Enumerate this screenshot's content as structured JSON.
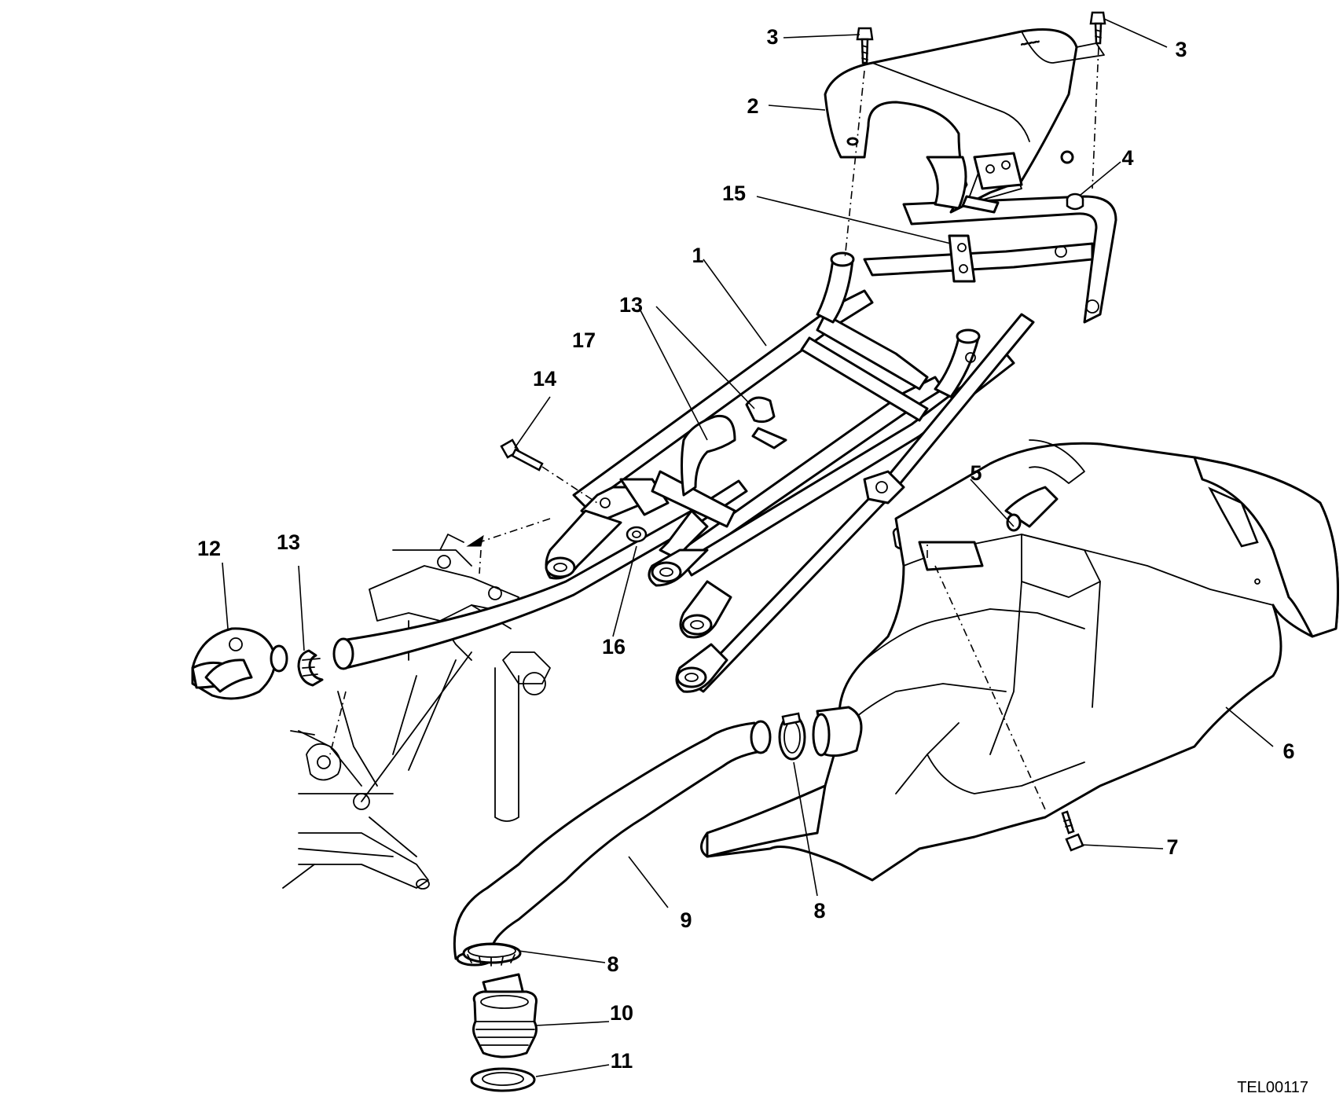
{
  "diagram": {
    "code": "TEL00117",
    "callouts": [
      "1",
      "2",
      "3",
      "3",
      "4",
      "5",
      "6",
      "7",
      "8",
      "8",
      "9",
      "10",
      "11",
      "12",
      "13",
      "13",
      "14",
      "15",
      "16",
      "17"
    ]
  }
}
